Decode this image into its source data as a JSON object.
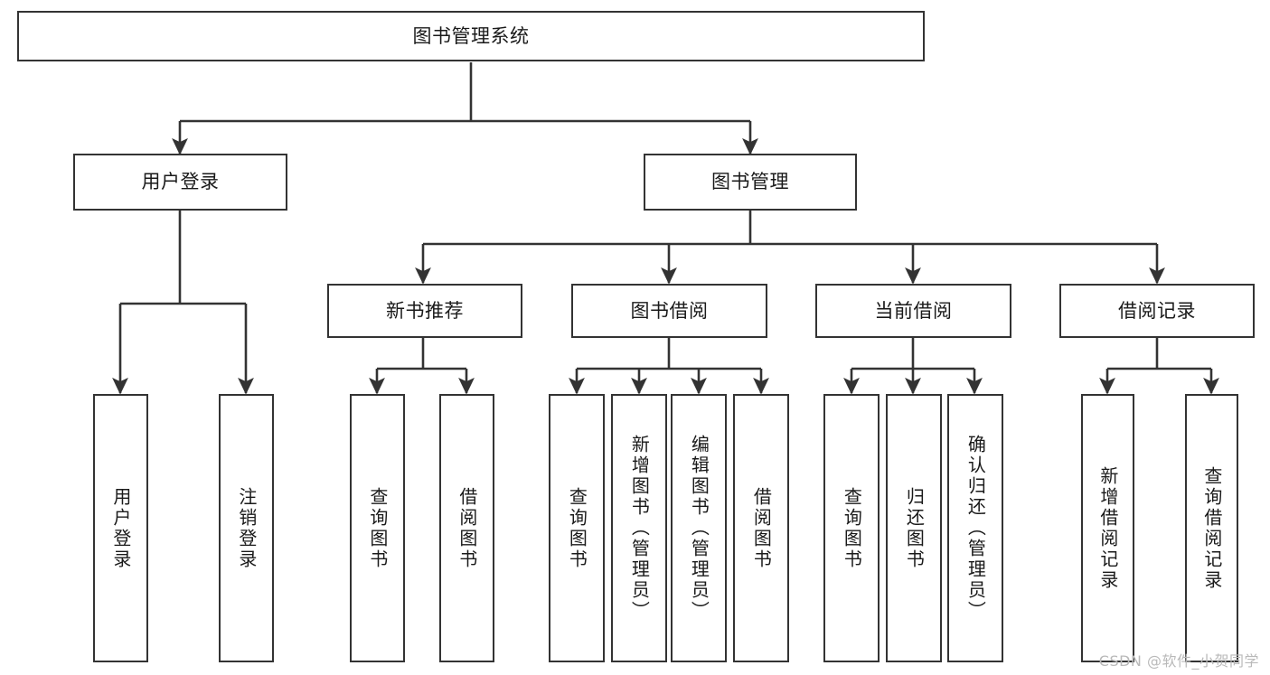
{
  "diagram": {
    "title": "图书管理系统",
    "type": "tree",
    "watermark": "CSDN @软件_小贺同学",
    "colors": {
      "box_border": "#333333",
      "box_fill": "#ffffff",
      "connector": "#333333",
      "text": "#1a1a1a",
      "watermark": "#b9b9b9",
      "background": "#ffffff"
    },
    "levels": {
      "root": {
        "label": "图书管理系统"
      },
      "level2": [
        {
          "label": "用户登录"
        },
        {
          "label": "图书管理"
        }
      ],
      "level3": [
        {
          "label": "新书推荐"
        },
        {
          "label": "图书借阅"
        },
        {
          "label": "当前借阅"
        },
        {
          "label": "借阅记录"
        }
      ],
      "leaves": {
        "user_login": [
          {
            "label": "用户登录"
          },
          {
            "label": "注销登录"
          }
        ],
        "new_book_recommend": [
          {
            "label": "查询图书"
          },
          {
            "label": "借阅图书"
          }
        ],
        "book_borrow": [
          {
            "label": "查询图书"
          },
          {
            "label": "新增图书（管理员）"
          },
          {
            "label": "编辑图书（管理员）"
          },
          {
            "label": "借阅图书"
          }
        ],
        "current_borrow": [
          {
            "label": "查询图书"
          },
          {
            "label": "归还图书"
          },
          {
            "label": "确认归还（管理员）"
          }
        ],
        "borrow_records": [
          {
            "label": "新增借阅记录"
          },
          {
            "label": "查询借阅记录"
          }
        ]
      }
    }
  }
}
